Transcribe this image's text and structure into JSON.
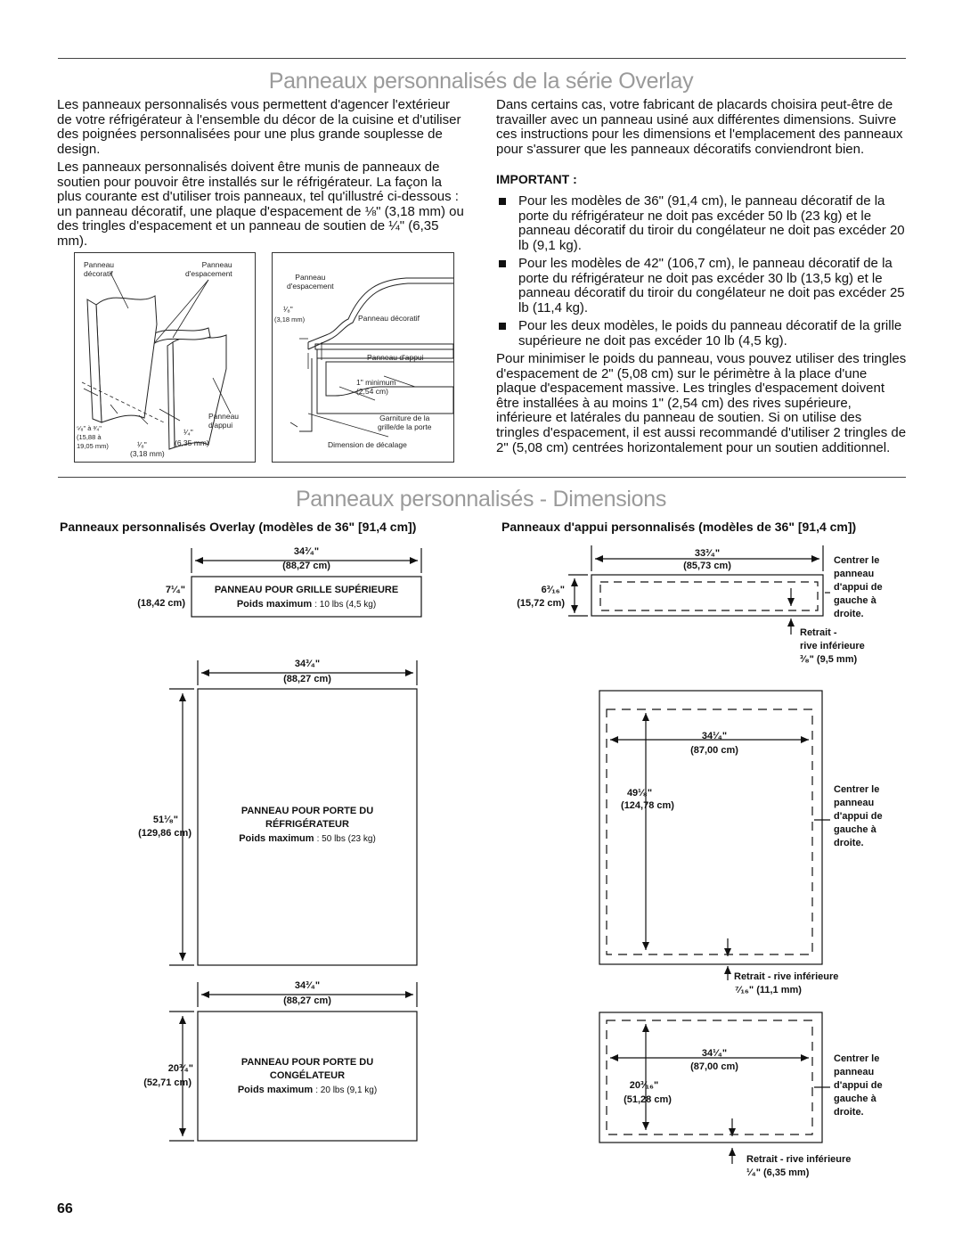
{
  "section1": {
    "title": "Panneaux personnalisés de la série Overlay",
    "left_p1": "Les panneaux personnalisés vous permettent d'agencer l'extérieur de votre réfrigérateur à l'ensemble du décor de la cuisine et d'utiliser des poignées personnalisées pour une plus grande souplesse de design.",
    "left_p2": "Les panneaux personnalisés doivent être munis de panneaux de soutien pour pouvoir être installés sur le réfrigérateur. La façon la plus courante est d'utiliser trois panneaux, tel qu'illustré ci-dessous : un panneau décoratif, une plaque d'espacement de ⅛\" (3,18 mm) ou des tringles d'espacement et un panneau de soutien de ¼\" (6,35 mm).",
    "right_p1": "Dans certains cas, votre fabricant de placards choisira peut-être de travailler avec un panneau usiné aux différentes dimensions. Suivre ces instructions pour les dimensions et l'emplacement des panneaux pour s'assurer que les panneaux décoratifs conviendront bien.",
    "important": "IMPORTANT :",
    "bullets": [
      "Pour les modèles de 36\" (91,4 cm), le panneau décoratif de la porte du réfrigérateur ne doit pas excéder 50 lb (23 kg) et le panneau décoratif du tiroir du congélateur ne doit pas excéder 20 lb (9,1 kg).",
      "Pour les modèles de 42\" (106,7 cm), le panneau décoratif de la porte du réfrigérateur ne doit pas excéder 30 lb (13,5 kg) et le panneau décoratif du tiroir du congélateur ne doit pas excéder 25 lb (11,4 kg).",
      "Pour les deux modèles, le poids du panneau décoratif de la grille supérieure ne doit pas excéder 10 lb (4,5 kg)."
    ],
    "right_p2": "Pour minimiser le poids du panneau, vous pouvez utiliser des tringles d'espacement de 2\" (5,08 cm) sur le périmètre à la place d'une plaque d'espacement massive. Les tringles d'espacement doivent être installées à au moins 1\" (2,54 cm) des rives supérieure, inférieure et latérales du panneau de soutien. Si on utilise des tringles d'espacement, il est aussi recommandé d'utiliser 2 tringles de 2\" (5,08 cm) centrées horizontalement pour un soutien additionnel."
  },
  "fig1": {
    "panneau_decoratif": "Panneau\ndécoratif",
    "panneau_espacement": "Panneau\nd'espacement",
    "panneau_appui": "Panneau\nd'appui",
    "dim_left": "⁵⁄₈\" à ³⁄₄\"\n(15,88 à\n19,05 mm)",
    "dim_eighth": "¹⁄₈\"",
    "dim_eighth_mm": "(3,18 mm)",
    "dim_quarter": "¹⁄₄\"",
    "dim_quarter_mm": "(6,35 mm)"
  },
  "fig2": {
    "panneau_espacement": "Panneau\nd'espacement",
    "eighth": "¹⁄₈\"",
    "eighth_mm": "(3,18 mm)",
    "panneau_decoratif": "Panneau décoratif",
    "panneau_appui": "Panneau d'appui",
    "minimum": "1\" minimum\n(2,54 cm)",
    "garniture": "Garniture de la\ngrille/de la porte",
    "decalage": "Dimension de décalage"
  },
  "section2": {
    "title": "Panneaux personnalisés - Dimensions",
    "left_sub": "Panneaux personnalisés Overlay (modèles de 36\" [91,4 cm])",
    "right_sub": "Panneaux d'appui personnalisés (modèles de 36\" [91,4 cm])"
  },
  "overlay": {
    "grille": {
      "w_in": "34³⁄₄\"",
      "w_cm": "(88,27 cm)",
      "h_in": "7¹⁄₄\"",
      "h_cm": "(18,42 cm)",
      "label": "PANNEAU POUR GRILLE SUPÉRIEURE",
      "poids_label": "Poids maximum",
      "poids": ": 10 lbs (4,5 kg)"
    },
    "refrig": {
      "w_in": "34³⁄₄\"",
      "w_cm": "(88,27 cm)",
      "h_in": "51¹⁄₈\"",
      "h_cm": "(129,86 cm)",
      "label1": "PANNEAU POUR PORTE DU",
      "label2": "RÉFRIGÉRATEUR",
      "poids_label": "Poids maximum",
      "poids": ": 50 lbs (23 kg)"
    },
    "congel": {
      "w_in": "34³⁄₄\"",
      "w_cm": "(88,27 cm)",
      "h_in": "20³⁄₄\"",
      "h_cm": "(52,71 cm)",
      "label1": "PANNEAU POUR PORTE DU",
      "label2": "CONGÉLATEUR",
      "poids_label": "Poids maximum",
      "poids": ": 20 lbs (9,1 kg)"
    }
  },
  "appui": {
    "grille": {
      "w_in": "33³⁄₄\"",
      "w_cm": "(85,73 cm)",
      "h_in": "6³⁄₁₆\"",
      "h_cm": "(15,72 cm)",
      "center": "Centrer le\npanneau\nd'appui de\ngauche à\ndroite.",
      "retrait": "Retrait -\nrive inférieure",
      "retrait_val": "³⁄₈\" (9,5 mm)"
    },
    "refrig": {
      "w_in": "34¹⁄₄\"",
      "w_cm": "(87,00 cm)",
      "h_in": "49¹⁄₈\"",
      "h_cm": "(124,78 cm)",
      "center": "Centrer le\npanneau\nd'appui de\ngauche à\ndroite.",
      "retrait": "Retrait - rive inférieure",
      "retrait_val": "⁷⁄₁₆\" (11,1 mm)"
    },
    "congel": {
      "w_in": "34¹⁄₄\"",
      "w_cm": "(87,00 cm)",
      "h_in": "20³⁄₁₆\"",
      "h_cm": "(51,28 cm)",
      "center": "Centrer le\npanneau\nd'appui de\ngauche à\ndroite.",
      "retrait": "Retrait - rive inférieure",
      "retrait_val": "¹⁄₄\" (6,35 mm)"
    }
  },
  "page_number": "66"
}
